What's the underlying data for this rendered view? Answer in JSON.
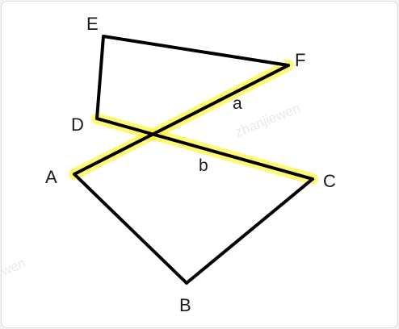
{
  "figure": {
    "points": {
      "E": "E",
      "F": "F",
      "D": "D",
      "A": "A",
      "C": "C",
      "B": "B"
    },
    "segments": {
      "a": "a",
      "b": "b"
    },
    "watermarks": [
      "zhanjiewen",
      "wen"
    ],
    "colors": {
      "line": "#000000",
      "highlight": "#fff200"
    }
  }
}
